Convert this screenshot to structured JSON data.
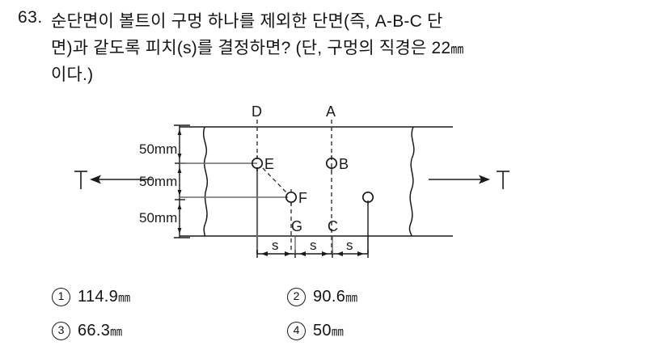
{
  "question": {
    "number": "63.",
    "line1": "순단면이 볼트이 구멍 하나를 제외한 단면(즉, A-B-C 단",
    "line2_pre": "면)과 같도록 피치(s)를 결정하면? (단, 구멍의 직경은 ",
    "line2_num": "22",
    "line2_unit": "㎜",
    "line3": "이다.)"
  },
  "figure": {
    "dimension_labels": {
      "left_1": "50mm",
      "left_2": "50mm",
      "left_3": "50mm",
      "pitch_1": "s",
      "pitch_2": "s",
      "pitch_3": "s"
    },
    "force_labels": {
      "left": "T",
      "right": "T"
    },
    "point_labels": {
      "top_left_section": "D",
      "top_right_section": "A",
      "hole_e": "E",
      "hole_b": "B",
      "hole_f": "F",
      "bottom_g": "G",
      "bottom_c": "C"
    },
    "colors": {
      "ink": "#1a1a1a",
      "thin_line": "#555555",
      "dashed": "#333333"
    }
  },
  "choices": [
    {
      "marker": "1",
      "value": "114.9",
      "unit": "㎜"
    },
    {
      "marker": "2",
      "value": "90.6",
      "unit": "㎜"
    },
    {
      "marker": "3",
      "value": "66.3",
      "unit": "㎜"
    },
    {
      "marker": "4",
      "value": "50",
      "unit": "㎜"
    }
  ]
}
